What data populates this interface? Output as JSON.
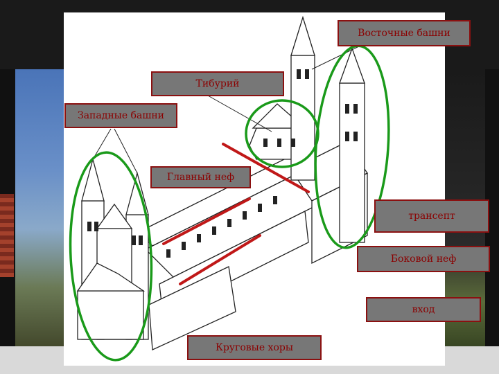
{
  "labels": {
    "east_towers": "Восточные башни",
    "tiburium": "Тибурий",
    "west_towers": "Западные башни",
    "main_nave": "Главный неф",
    "transept": "трансепт",
    "side_nave": "Боковой неф",
    "entrance": "вход",
    "round_choirs": "Круговые хоры"
  },
  "colors": {
    "label_bg": "#777777",
    "label_text": "#8b0000",
    "highlight_ellipse": "#1a9a1a",
    "marker_line": "#c01818"
  }
}
